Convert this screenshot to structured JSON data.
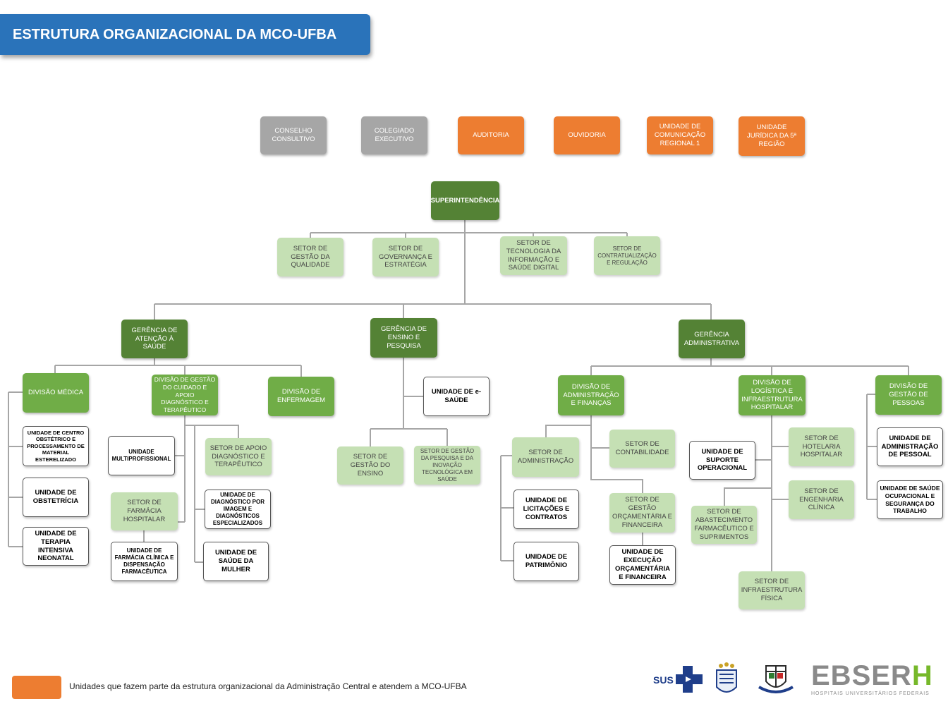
{
  "title": "ESTRUTURA ORGANIZACIONAL DA MCO-UFBA",
  "colors": {
    "title_bg": "#2a73ba",
    "orange": "#ed7d31",
    "gray": "#a6a6a6",
    "dark_green": "#548235",
    "green": "#70ad47",
    "light_green": "#c5e0b4"
  },
  "top_row": {
    "conselho": "CONSELHO CONSULTIVO",
    "colegiado": "COLEGIADO EXECUTIVO",
    "auditoria": "AUDITORIA",
    "ouvidoria": "OUVIDORIA",
    "comunicacao": "UNIDADE DE COMUNICAÇÃO REGIONAL 1",
    "juridica": "UNIDADE JURÍDICA DA 5ª REGIÃO"
  },
  "superintendencia": {
    "label": "SUPERINTENDÊNCIA",
    "setores": {
      "qualidade": "SETOR DE GESTÃO DA QUALIDADE",
      "governanca": "SETOR DE GOVERNANÇA E ESTRATÉGIA",
      "tecnologia": "SETOR DE TECNOLOGIA DA INFORMAÇÃO E SAÚDE DIGITAL",
      "contratualizacao": "SETOR DE CONTRATUALIZAÇÃO E REGULAÇÃO"
    }
  },
  "gerencia_atencao": {
    "label": "GERÊNCIA DE ATENÇÃO À SAÚDE",
    "divisao_medica": "DIVISÃO MÉDICA",
    "unidade_cme": "UNIDADE DE CENTRO OBSTÉTRICO E PROCESSAMENTO DE MATERIAL ESTERELIZADO",
    "unidade_obstetricia": "UNIDADE DE OBSTETRÍCIA",
    "unidade_uti": "UNIDADE DE TERAPIA INTENSIVA NEONATAL",
    "divisao_cuidado": "DIVISÃO DE GESTÃO DO CUIDADO E APOIO DIAGNÓSTICO E TERAPÊUTICO",
    "unidade_multi": "UNIDADE MULTIPROFISSIONAL",
    "setor_farmacia": "SETOR DE FARMÁCIA HOSPITALAR",
    "unidade_farmacia_clinica": "UNIDADE DE FARMÁCIA CLÍNICA E DISPENSAÇÃO FARMACÊUTICA",
    "setor_apoio": "SETOR DE APOIO DIAGNÓSTICO E TERAPÊUTICO",
    "unidade_imagem": "UNIDADE DE DIAGNÓSTICO POR IMAGEM E DIAGNÓSTICOS ESPECIALIZADOS",
    "unidade_mulher": "UNIDADE DE SAÚDE DA MULHER",
    "divisao_enfermagem": "DIVISÃO DE ENFERMAGEM"
  },
  "gerencia_ensino": {
    "label": "GERÊNCIA DE ENSINO E PESQUISA",
    "unidade_esaude": "UNIDADE DE e-SAÚDE",
    "setor_ensino": "SETOR DE GESTÃO DO ENSINO",
    "setor_pesquisa": "SETOR DE GESTÃO DA PESQUISA E DA INOVAÇÃO TECNOLÓGICA EM SAÚDE"
  },
  "gerencia_adm": {
    "label": "GERÊNCIA ADMINISTRATIVA",
    "divisao_financas": "DIVISÃO DE ADMINISTRAÇÃO E FINANÇAS",
    "setor_administracao": "SETOR DE ADMINISTRAÇÃO",
    "unidade_licitacoes": "UNIDADE DE LICITAÇÕES E CONTRATOS",
    "unidade_patrimonio": "UNIDADE DE PATRIMÔNIO",
    "setor_contabilidade": "SETOR DE CONTABILIDADE",
    "setor_orcamentaria": "SETOR DE GESTÃO ORÇAMENTÁRIA E FINANCEIRA",
    "unidade_execucao": "UNIDADE DE EXECUÇÃO ORÇAMENTÁRIA E FINANCEIRA",
    "divisao_logistica": "DIVISÃO DE LOGÍSTICA E INFRAESTRUTURA HOSPITALAR",
    "unidade_suporte": "UNIDADE DE SUPORTE OPERACIONAL",
    "setor_hotelaria": "SETOR DE HOTELARIA HOSPITALAR",
    "setor_abastecimento": "SETOR DE ABASTECIMENTO FARMACÊUTICO E SUPRIMENTOS",
    "setor_engenharia": "SETOR DE ENGENHARIA CLÍNICA",
    "setor_infraestrutura": "SETOR DE INFRAESTRUTURA FÍSICA",
    "divisao_pessoas": "DIVISÃO DE GESTÃO DE PESSOAS",
    "unidade_pessoal": "UNIDADE DE ADMINISTRAÇÃO DE PESSOAL",
    "unidade_saude_trabalho": "UNIDADE DE SAÚDE OCUPACIONAL E SEGURANÇA DO TRABALHO"
  },
  "legend": {
    "text": "Unidades que fazem parte da estrutura organizacional da Administração Central e atendem a MCO-UFBA"
  },
  "logos": {
    "sus": "SUS",
    "ebserh": "EBSER",
    "ebserh_h": "H",
    "ebserh_sub": "HOSPITAIS UNIVERSITÁRIOS FEDERAIS"
  }
}
